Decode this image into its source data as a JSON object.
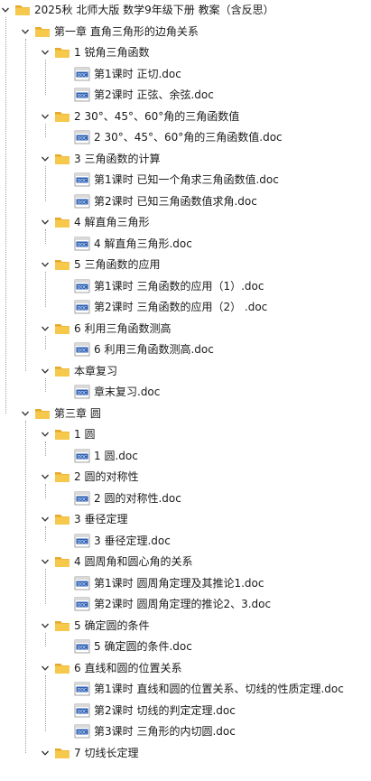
{
  "tree": [
    {
      "label": "2025秋 北师大版 数学9年级下册 教案（含反思）",
      "type": "folder",
      "level": 0
    },
    {
      "label": "第一章 直角三角形的边角关系",
      "type": "folder",
      "level": 1
    },
    {
      "label": "1 锐角三角函数",
      "type": "folder",
      "level": 2
    },
    {
      "label": "第1课时 正切.doc",
      "type": "doc",
      "level": 3
    },
    {
      "label": "第2课时 正弦、余弦.doc",
      "type": "doc",
      "level": 3
    },
    {
      "label": "2 30°、45°、60°角的三角函数值",
      "type": "folder",
      "level": 2
    },
    {
      "label": "2 30°、45°、60°角的三角函数值.doc",
      "type": "doc",
      "level": 3
    },
    {
      "label": "3 三角函数的计算",
      "type": "folder",
      "level": 2
    },
    {
      "label": "第1课时 已知一个角求三角函数值.doc",
      "type": "doc",
      "level": 3
    },
    {
      "label": "第2课时 已知三角函数值求角.doc",
      "type": "doc",
      "level": 3
    },
    {
      "label": "4 解直角三角形",
      "type": "folder",
      "level": 2
    },
    {
      "label": "4 解直角三角形.doc",
      "type": "doc",
      "level": 3
    },
    {
      "label": "5 三角函数的应用",
      "type": "folder",
      "level": 2
    },
    {
      "label": "第1课时 三角函数的应用（1）.doc",
      "type": "doc",
      "level": 3
    },
    {
      "label": "第2课时 三角函数的应用（2） .doc",
      "type": "doc",
      "level": 3
    },
    {
      "label": "6 利用三角函数测高",
      "type": "folder",
      "level": 2
    },
    {
      "label": "6 利用三角函数测高.doc",
      "type": "doc",
      "level": 3
    },
    {
      "label": "本章复习",
      "type": "folder",
      "level": 2
    },
    {
      "label": "章末复习.doc",
      "type": "doc",
      "level": 3
    },
    {
      "label": "第三章 圆",
      "type": "folder",
      "level": 1
    },
    {
      "label": "1 圆",
      "type": "folder",
      "level": 2
    },
    {
      "label": "1 圆.doc",
      "type": "doc",
      "level": 3
    },
    {
      "label": "2 圆的对称性",
      "type": "folder",
      "level": 2
    },
    {
      "label": "2 圆的对称性.doc",
      "type": "doc",
      "level": 3
    },
    {
      "label": "3 垂径定理",
      "type": "folder",
      "level": 2
    },
    {
      "label": "3 垂径定理.doc",
      "type": "doc",
      "level": 3
    },
    {
      "label": "4 圆周角和圆心角的关系",
      "type": "folder",
      "level": 2
    },
    {
      "label": "第1课时 圆周角定理及其推论1.doc",
      "type": "doc",
      "level": 3
    },
    {
      "label": "第2课时 圆周角定理的推论2、3.doc",
      "type": "doc",
      "level": 3
    },
    {
      "label": "5 确定圆的条件",
      "type": "folder",
      "level": 2
    },
    {
      "label": "5 确定圆的条件.doc",
      "type": "doc",
      "level": 3
    },
    {
      "label": "6 直线和圆的位置关系",
      "type": "folder",
      "level": 2
    },
    {
      "label": "第1课时 直线和圆的位置关系、切线的性质定理.doc",
      "type": "doc",
      "level": 3
    },
    {
      "label": "第2课时 切线的判定定理.doc",
      "type": "doc",
      "level": 3
    },
    {
      "label": "第3课时 三角形的内切圆.doc",
      "type": "doc",
      "level": 3
    },
    {
      "label": "7 切线长定理",
      "type": "folder",
      "level": 2
    }
  ],
  "colors": {
    "folder_body": "#f6c94c",
    "folder_tab": "#e5a92b",
    "doc_blue": "#2b5fb4",
    "guide": "#a0a0a0"
  }
}
